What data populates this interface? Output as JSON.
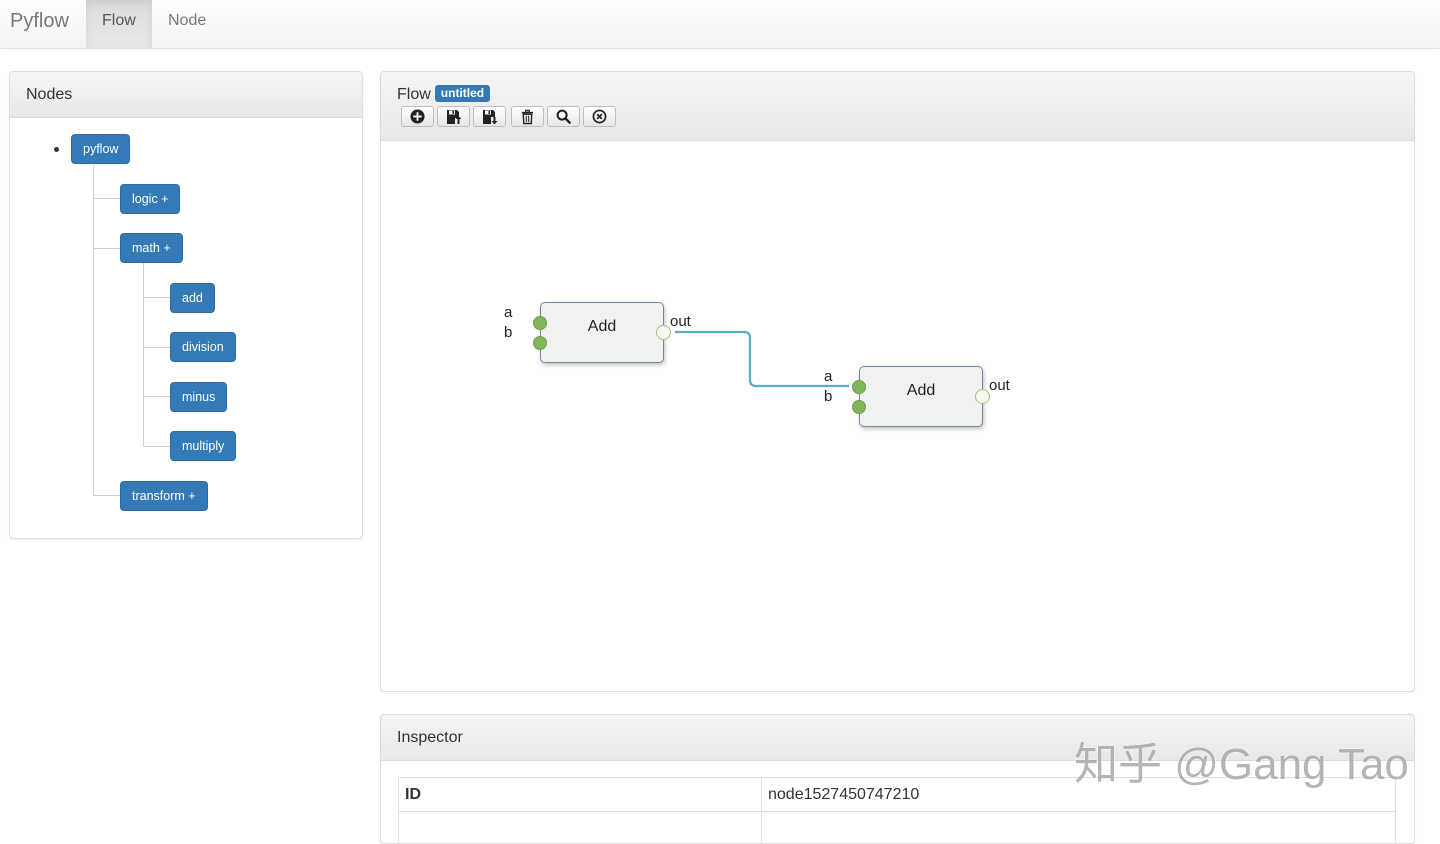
{
  "navbar": {
    "brand": "Pyflow",
    "tabs": [
      {
        "label": "Flow",
        "active": true
      },
      {
        "label": "Node",
        "active": false
      }
    ]
  },
  "nodes_panel": {
    "title": "Nodes",
    "tree": {
      "root": "pyflow",
      "logic": "logic +",
      "math": "math +",
      "math_children": [
        "add",
        "division",
        "minus",
        "multiply"
      ],
      "transform": "transform +"
    }
  },
  "flow_panel": {
    "title": "Flow",
    "badge": "untitled",
    "toolbar": [
      "add-icon",
      "upload-icon",
      "save-icon",
      "trash-icon",
      "search-icon",
      "close-circle-icon"
    ],
    "nodes": [
      {
        "title": "Add",
        "inputs": [
          "a",
          "b"
        ],
        "output": "out"
      },
      {
        "title": "Add",
        "inputs": [
          "a",
          "b"
        ],
        "output": "out"
      }
    ],
    "edge_color": "#5aadbe"
  },
  "inspector": {
    "title": "Inspector",
    "rows": [
      {
        "key": "ID",
        "value": "node1527450747210"
      },
      {
        "key": "",
        "value": ""
      }
    ]
  },
  "watermark": "知乎 @Gang Tao",
  "colors": {
    "primary": "#337ab7",
    "port_green": "#82b65a",
    "edge": "#5aadbe"
  }
}
